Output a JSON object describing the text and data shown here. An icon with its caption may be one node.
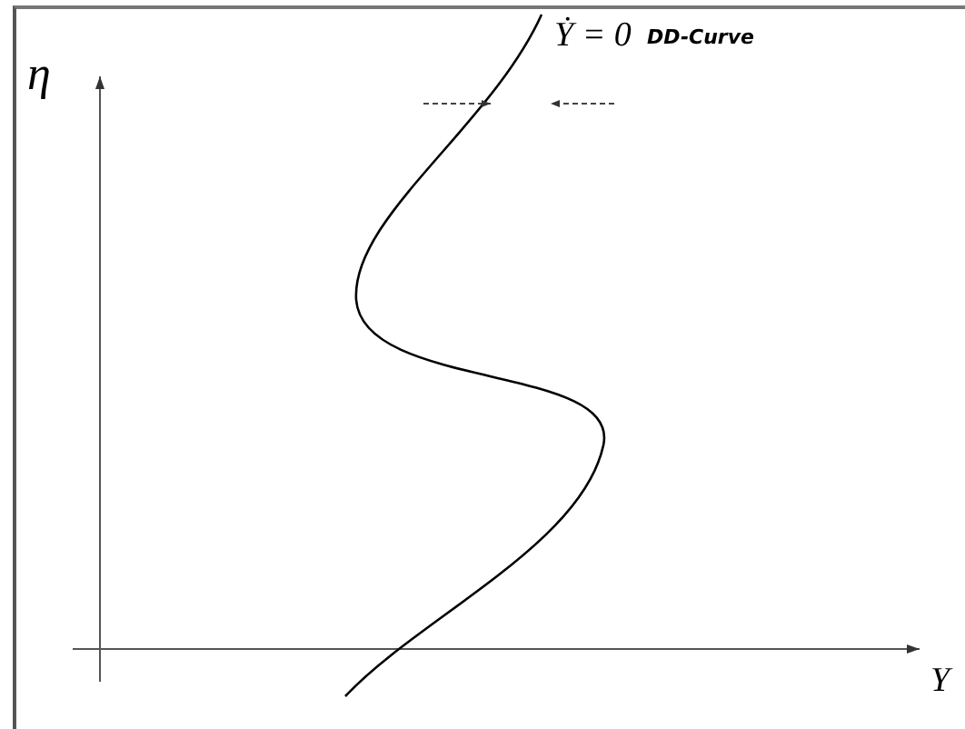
{
  "diagram": {
    "labels": [
      "η",
      "Ẏ = 0",
      "DD-Curve",
      "Y"
    ]
  }
}
